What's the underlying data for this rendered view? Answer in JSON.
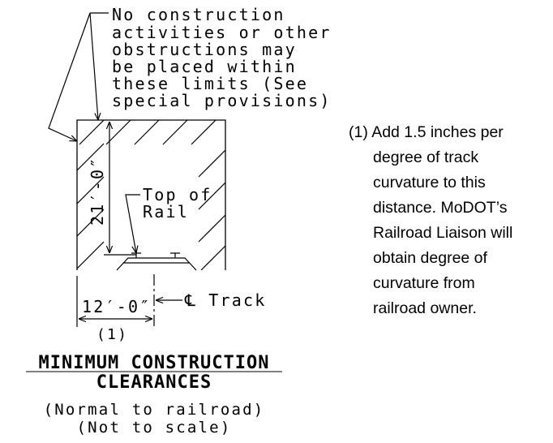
{
  "callout": {
    "lines": [
      "No construction",
      "activities or other",
      "obstructions may",
      "be placed within",
      "these limits (See",
      "special provisions)"
    ]
  },
  "labels": {
    "vertical_dim": "21′-0″",
    "top_of_rail_1": "Top of",
    "top_of_rail_2": "Rail",
    "horizontal_dim": "12′-0″",
    "track": "℄ Track",
    "footnote_ref": "(1)"
  },
  "title": {
    "line1": "MINIMUM CONSTRUCTION",
    "line2": "CLEARANCES"
  },
  "subtitle": {
    "line1": "(Normal to railroad)",
    "line2": "(Not to scale)"
  },
  "note": {
    "marker": "(1)",
    "lines": [
      "Add 1.5 inches per",
      "degree of track",
      "curvature to this",
      "distance. MoDOT’s",
      "Railroad Liaison will",
      "obtain degree of",
      "curvature from",
      "railroad owner."
    ]
  }
}
